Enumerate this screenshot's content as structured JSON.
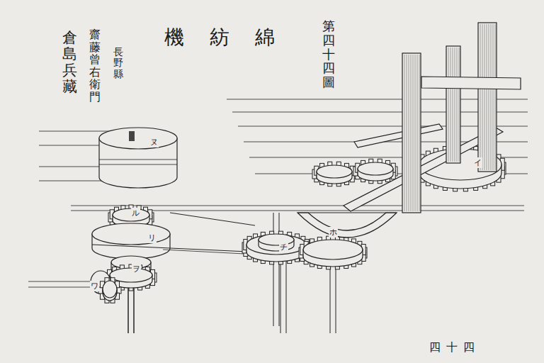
{
  "diagram": {
    "title": "綿紡機",
    "labels": [
      "第四十四圖",
      "長野縣",
      "齋藤曾右衛門",
      "倉島兵藏",
      "ヌ",
      "イ",
      "ホ",
      "ル",
      "リ",
      "チ",
      "ヲ",
      "ワ",
      "四十四"
    ]
  }
}
